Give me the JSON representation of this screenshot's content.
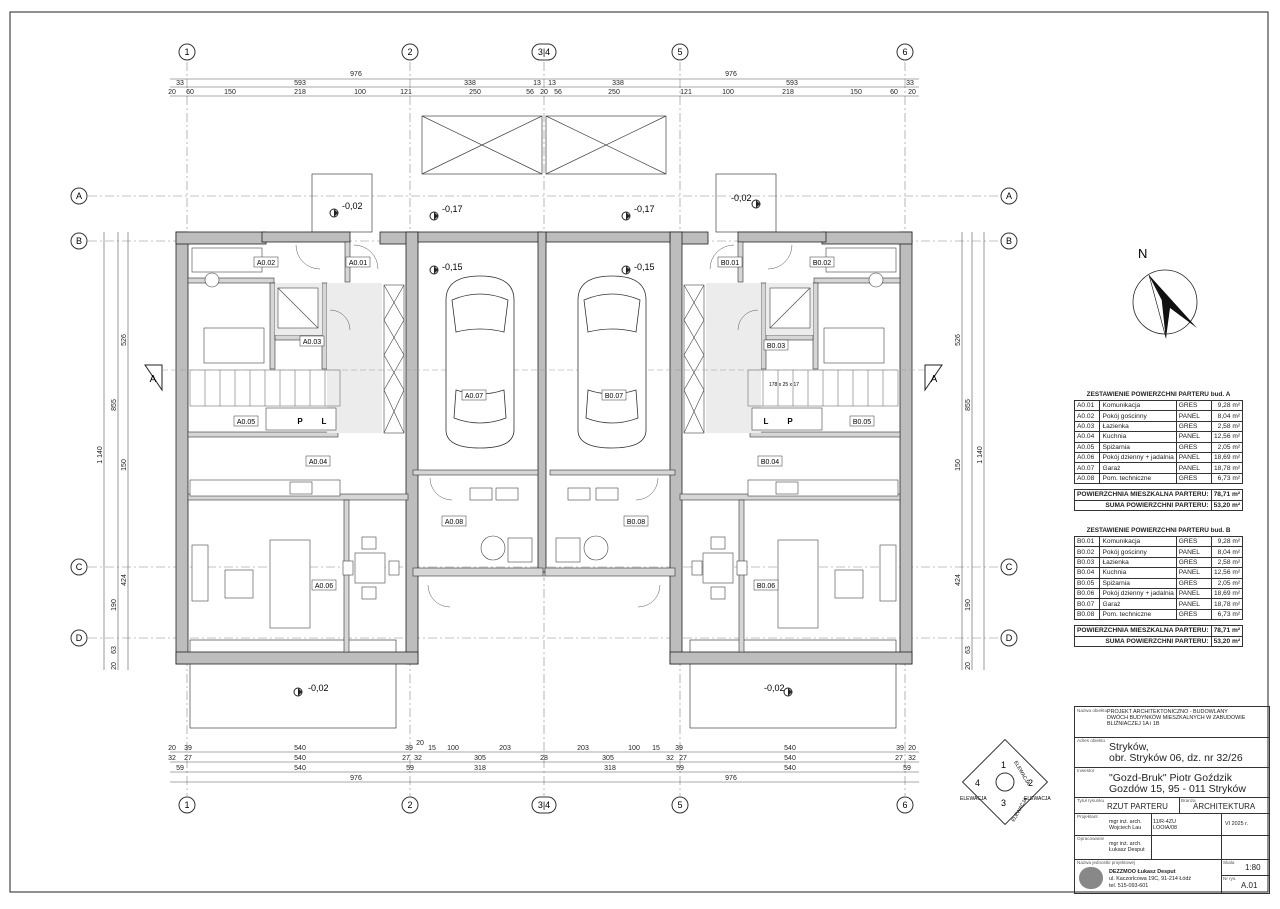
{
  "grid": {
    "columns": [
      "1",
      "2",
      "3",
      "4",
      "5",
      "6"
    ],
    "column_34": "3|4",
    "rows": [
      "A",
      "B",
      "C",
      "D"
    ]
  },
  "dimensions": {
    "top_overall": [
      "976",
      "976"
    ],
    "top_row1": [
      "33",
      "593",
      "338",
      "13",
      "13",
      "338",
      "593",
      "33"
    ],
    "top_row2": [
      "20",
      "60",
      "150",
      "218",
      "100",
      "121",
      "250",
      "56",
      "20",
      "56",
      "250",
      "121",
      "100",
      "218",
      "150",
      "60",
      "20"
    ],
    "bottom_row1": [
      "20",
      "39",
      "540",
      "39",
      "20",
      "15",
      "100",
      "203",
      "203",
      "100",
      "15",
      "39",
      "540",
      "39",
      "20"
    ],
    "bottom_row2": [
      "32",
      "27",
      "540",
      "27",
      "32",
      "305",
      "28",
      "305",
      "32",
      "27",
      "540",
      "27",
      "32"
    ],
    "bottom_row3": [
      "59",
      "540",
      "59",
      "318",
      "318",
      "59",
      "540",
      "59"
    ],
    "bottom_overall": [
      "976",
      "976"
    ],
    "left_overall": "1 140",
    "left_parts": [
      "526",
      "855",
      "150",
      "424",
      "190",
      "63",
      "20"
    ],
    "right_overall": "1 140",
    "right_parts": [
      "526",
      "855",
      "150",
      "424",
      "190",
      "63",
      "20"
    ]
  },
  "levels": {
    "entry_left": "-0,02",
    "garage_entry_left": "-0,17",
    "garage_left": "-0,15",
    "garage_entry_right": "-0,17",
    "garage_right": "-0,15",
    "entry_right": "-0,02",
    "terrace_left": "-0,02",
    "terrace_right": "-0,02"
  },
  "rooms_a": [
    "A0.01",
    "A0.02",
    "A0.03",
    "A0.04",
    "A0.05",
    "A0.06",
    "A0.07",
    "A0.08"
  ],
  "rooms_b": [
    "B0.01",
    "B0.02",
    "B0.03",
    "B0.04",
    "B0.05",
    "B0.06",
    "B0.07",
    "B0.08"
  ],
  "misc_labels": {
    "section_a": "A",
    "pantry_p": "P",
    "pantry_l": "L",
    "stair_dim": "178 x 25 x 17"
  },
  "table_a": {
    "title": "ZESTAWIENIE POWIERZCHNI PARTERU bud. A",
    "rows": [
      {
        "code": "A0.01",
        "name": "Komunikacja",
        "finish": "GRES",
        "area": "9,28 m²"
      },
      {
        "code": "A0.02",
        "name": "Pokój gościnny",
        "finish": "PANEL",
        "area": "8,04 m²"
      },
      {
        "code": "A0.03",
        "name": "Łazienka",
        "finish": "GRES",
        "area": "2,58 m²"
      },
      {
        "code": "A0.04",
        "name": "Kuchnia",
        "finish": "PANEL",
        "area": "12,56 m²"
      },
      {
        "code": "A0.05",
        "name": "Spiżarnia",
        "finish": "GRES",
        "area": "2,05 m²"
      },
      {
        "code": "A0.06",
        "name": "Pokój dzienny + jadalnia",
        "finish": "PANEL",
        "area": "18,69 m²"
      },
      {
        "code": "A0.07",
        "name": "Garaż",
        "finish": "PANEL",
        "area": "18,78 m²"
      },
      {
        "code": "A0.08",
        "name": "Pom. techniczne",
        "finish": "GRES",
        "area": "6,73 m²"
      }
    ],
    "sum_living_label": "POWIERZCHNIA MIESZKALNA PARTERU:",
    "sum_living": "78,71 m²",
    "sum_total_label": "SUMA POWIERZCHNI PARTERU:",
    "sum_total": "53,20 m²"
  },
  "table_b": {
    "title": "ZESTAWIENIE POWIERZCHNI PARTERU bud. B",
    "rows": [
      {
        "code": "B0.01",
        "name": "Komunikacja",
        "finish": "GRES",
        "area": "9,28 m²"
      },
      {
        "code": "B0.02",
        "name": "Pokój gościnny",
        "finish": "PANEL",
        "area": "8,04 m²"
      },
      {
        "code": "B0.03",
        "name": "Łazienka",
        "finish": "GRES",
        "area": "2,58 m²"
      },
      {
        "code": "B0.04",
        "name": "Kuchnia",
        "finish": "PANEL",
        "area": "12,56 m²"
      },
      {
        "code": "B0.05",
        "name": "Spiżarnia",
        "finish": "GRES",
        "area": "2,05 m²"
      },
      {
        "code": "B0.06",
        "name": "Pokój dzienny + jadalnia",
        "finish": "PANEL",
        "area": "18,69 m²"
      },
      {
        "code": "B0.07",
        "name": "Garaż",
        "finish": "PANEL",
        "area": "18,78 m²"
      },
      {
        "code": "B0.08",
        "name": "Pom. techniczne",
        "finish": "GRES",
        "area": "6,73 m²"
      }
    ],
    "sum_living_label": "POWIERZCHNIA MIESZKALNA PARTERU:",
    "sum_living": "78,71 m²",
    "sum_total_label": "SUMA POWIERZCHNI PARTERU:",
    "sum_total": "53,20 m²"
  },
  "north": "N",
  "elevations": {
    "label": "ELEWACJA",
    "numbers": [
      "1",
      "2",
      "3",
      "4"
    ]
  },
  "title_block": {
    "project_caption": "Nazwa obiektu",
    "project_name": "PROJEKT ARCHITEKTONICZNO - BUDOWLANY DWÓCH BUDYNKÓW MIESZKALNYCH W ZABUDOWIE BLIŹNIACZEJ 1A i 1B",
    "address_caption": "Adres obiektu",
    "address_line1": "Stryków,",
    "address_line2": "obr. Stryków 06, dz. nr 32/26",
    "investor_caption": "Inwestor",
    "investor_line1": "\"Gozd-Bruk\" Piotr Goździk",
    "investor_line2": "Gozdów 15, 95 - 011 Stryków",
    "drawing_caption": "Tytuł rysunku",
    "drawing_title": "RZUT PARTERU",
    "branch_caption": "Branża",
    "branch": "ARCHITEKTURA",
    "designer_caption": "Projektant",
    "designer_name": "mgr inż. arch. Wojciech Lau",
    "designer_perm": "11/R-4ZU LOOIA/08",
    "date": "VI 2025 r.",
    "drafter_caption": "Opracowanie",
    "drafter_name": "mgr inż. arch. Łukasz Desput",
    "company_caption": "Nazwa jednostki projektowej",
    "company_name": "DEZZMOO Łukasz Desput",
    "company_address": "ul. Kaczorlcowa 19C, 91-214 Łódź",
    "company_phone": "tel. 515-093-601",
    "scale_caption": "Skala",
    "scale": "1:80",
    "sheet_caption": "Nr rys.",
    "sheet_number": "A.01"
  }
}
